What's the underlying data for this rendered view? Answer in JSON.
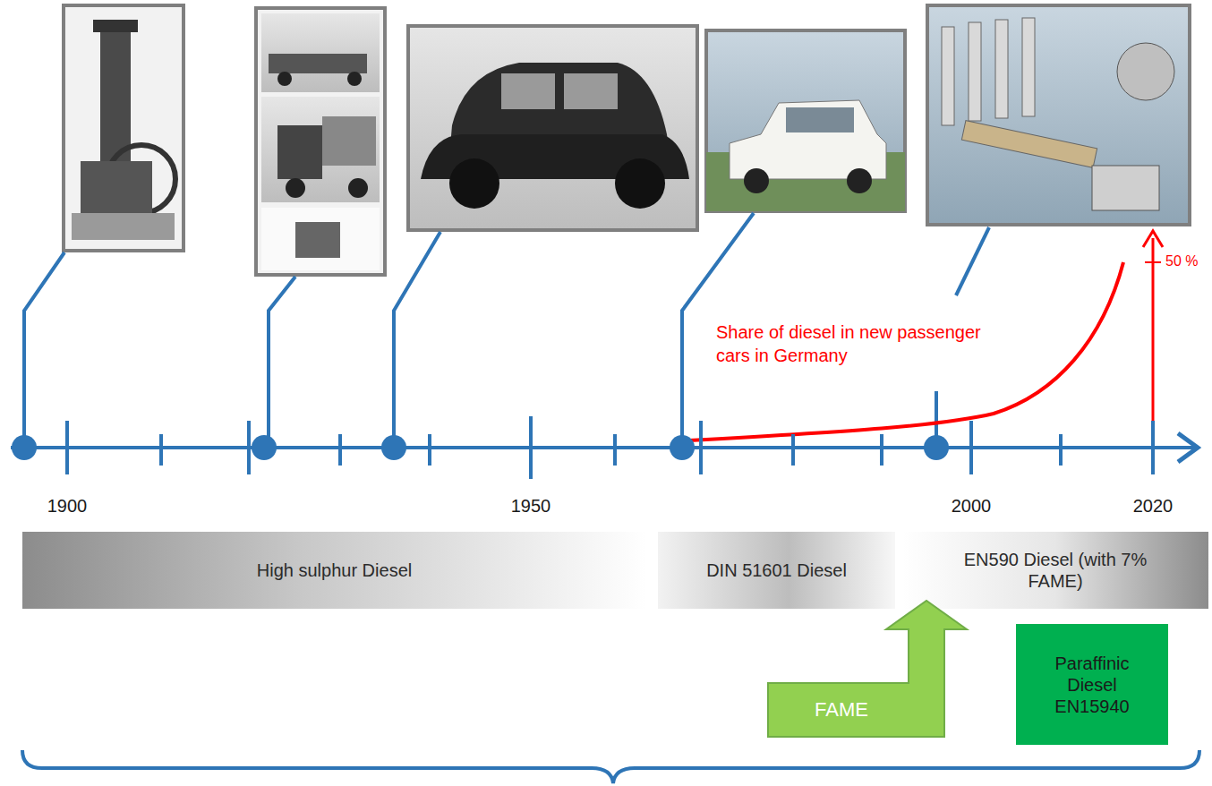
{
  "diagram": {
    "nodes": [
      {
        "text": [
          "High sulphur Diesel"
        ]
      },
      {
        "text": [
          "DIN 51601 Diesel"
        ]
      },
      {
        "text": [
          "EN590 Diesel (with 7% FAME)"
        ]
      },
      {
        "text": [
          "FAME"
        ]
      },
      {
        "text": [
          "Paraffinic Diesel EN15940"
        ]
      }
    ],
    "labels": [
      "Share of diesel in new passenger cars in Germany",
      "50 %",
      "1900",
      "1950",
      "2000",
      "2020"
    ]
  }
}
